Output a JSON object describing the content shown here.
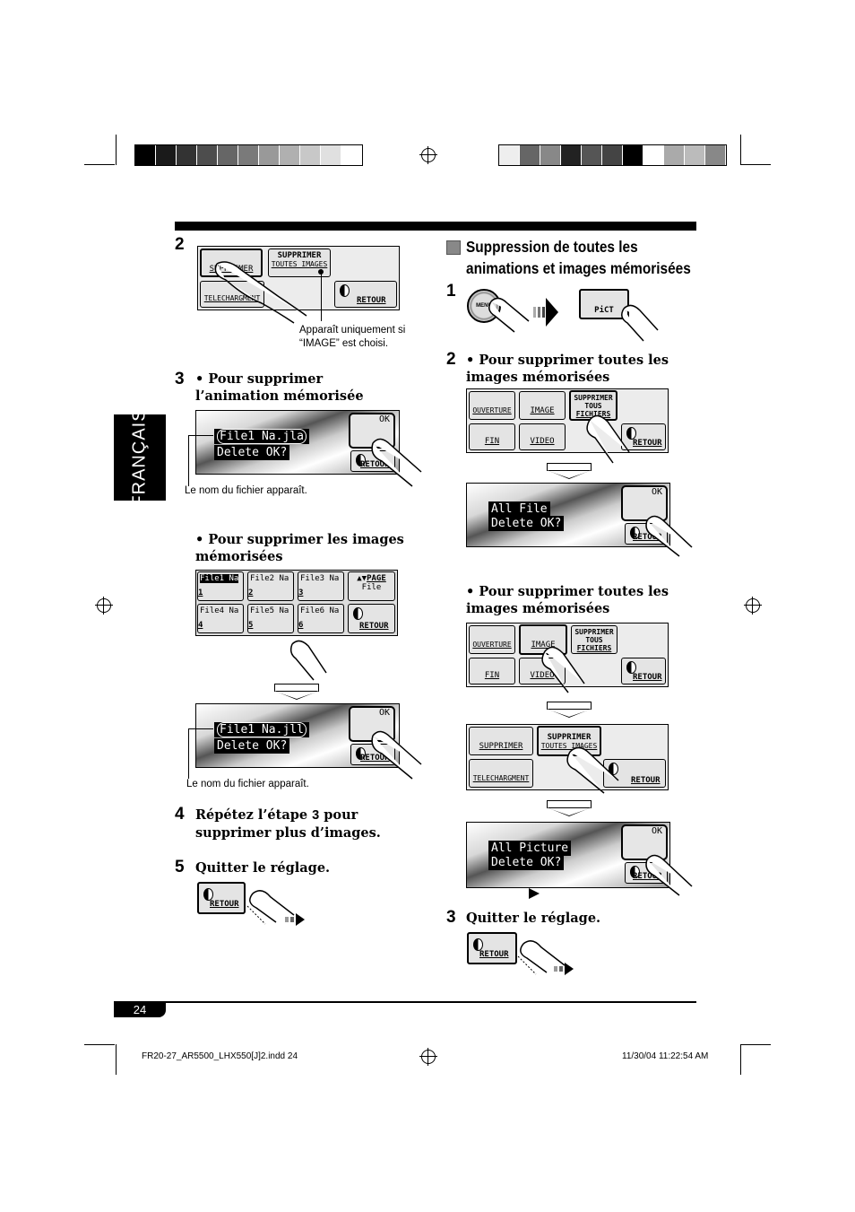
{
  "side_tab": "FRANÇAIS",
  "page_number": "24",
  "footer": {
    "file": "FR20-27_AR5500_LHX550[J]2.indd   24",
    "timestamp": "11/30/04   11:22:54 AM"
  },
  "left": {
    "step2": {
      "num": "2",
      "buttons": {
        "delete": "SUPPRIMER",
        "delete_all_1": "SUPPRIMER",
        "delete_all_2": "TOUTES IMAGES",
        "download": "TELECHARGMENT",
        "back": "RETOUR"
      },
      "caption": "Apparaît uniquement si “IMAGE” est choisi."
    },
    "step3": {
      "num": "3",
      "bullet1": "Pour supprimer l’animation mémorisée",
      "screen1": {
        "line1": "File1 Na.jla",
        "line2": "Delete OK?",
        "ok": "OK",
        "back": "RETOUR"
      },
      "caption1": "Le nom du fichier apparaît.",
      "bullet2": "Pour supprimer les images mémorisées",
      "grid": {
        "files": [
          "File1 Na",
          "File2 Na",
          "File3 Na",
          "File4 Na",
          "File5 Na",
          "File6 Na"
        ],
        "nums": [
          "1",
          "2",
          "3",
          "4",
          "5",
          "6"
        ],
        "page": "PAGE",
        "page_sub": "File",
        "back": "RETOUR"
      },
      "screen2": {
        "line1": "File1 Na.jll",
        "line2": "Delete OK?",
        "ok": "OK",
        "back": "RETOUR"
      },
      "caption2": "Le nom du fichier apparaît."
    },
    "step4": {
      "num": "4",
      "text_a": "Répétez l’étape ",
      "text_bold": "3",
      "text_b": " pour supprimer plus d’images."
    },
    "step5": {
      "num": "5",
      "text": "Quitter le réglage.",
      "back": "RETOUR"
    }
  },
  "right": {
    "heading": "Suppression de toutes les animations et images mémorisées",
    "step1": {
      "num": "1",
      "menu": "MENU",
      "pict": "PiCT"
    },
    "step2": {
      "num": "2",
      "bullet1": "Pour supprimer toutes les images mémorisées",
      "menu1": {
        "open": "OUVERTURE",
        "image": "IMAGE",
        "delall_1": "SUPPRIMER",
        "delall_2": "TOUS",
        "delall_3": "FICHIERS",
        "end": "FIN",
        "video": "VIDEO",
        "back": "RETOUR"
      },
      "screen1": {
        "line1": "All File",
        "line2": "Delete OK?",
        "ok": "OK",
        "back": "RETOUR"
      },
      "bullet2": "Pour supprimer toutes les images mémorisées",
      "menu2": {
        "open": "OUVERTURE",
        "image": "IMAGE",
        "delall_1": "SUPPRIMER",
        "delall_2": "TOUS",
        "delall_3": "FICHIERS",
        "end": "FIN",
        "video": "VIDEO",
        "back": "RETOUR"
      },
      "menu3": {
        "delete": "SUPPRIMER",
        "delall_1": "SUPPRIMER",
        "delall_2": "TOUTES IMAGES",
        "download": "TELECHARGMENT",
        "back": "RETOUR"
      },
      "screen2": {
        "line1": "All Picture",
        "line2": "Delete OK?",
        "ok": "OK",
        "back": "RETOUR"
      }
    },
    "step3": {
      "num": "3",
      "text": "Quitter le réglage.",
      "back": "RETOUR"
    }
  }
}
